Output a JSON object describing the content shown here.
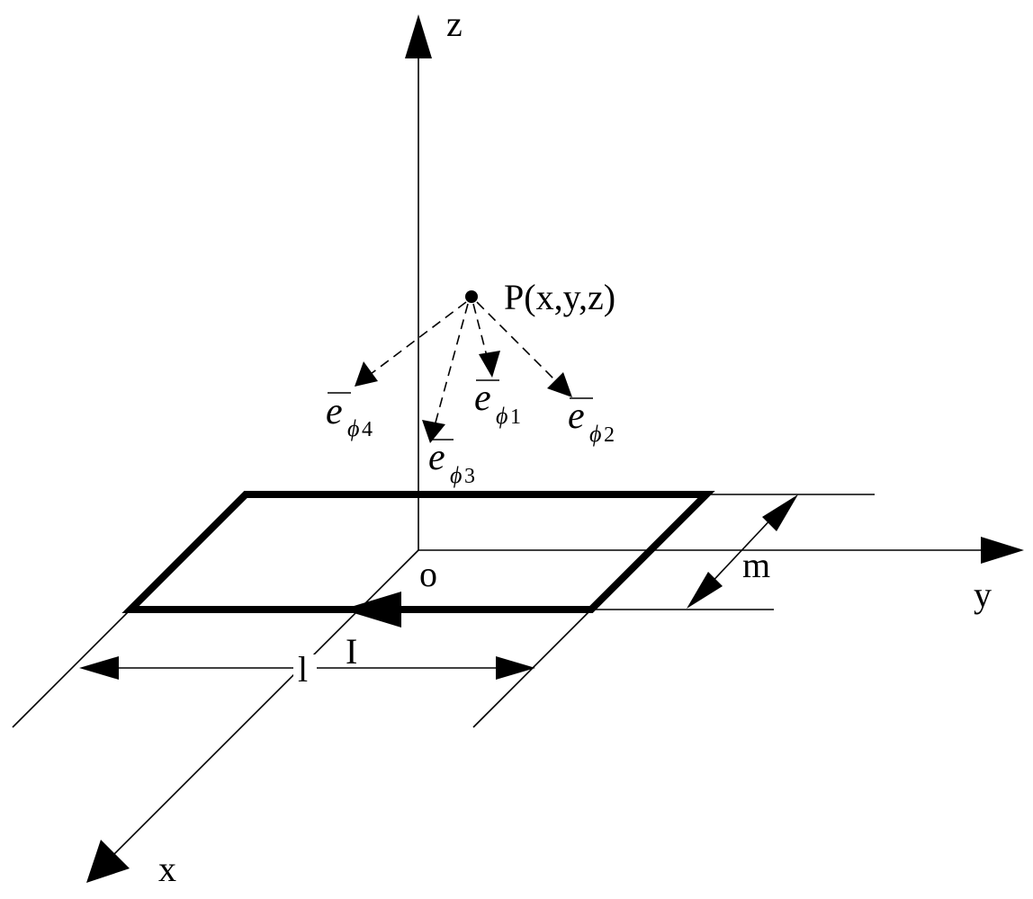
{
  "diagram": {
    "axes": {
      "z": "z",
      "y": "y",
      "x": "x",
      "origin": "o"
    },
    "point": "P(x,y,z)",
    "vectors": [
      {
        "base": "e",
        "sub": "ϕ",
        "index": "1"
      },
      {
        "base": "e",
        "sub": "ϕ",
        "index": "2"
      },
      {
        "base": "e",
        "sub": "ϕ",
        "index": "3"
      },
      {
        "base": "e",
        "sub": "ϕ",
        "index": "4"
      }
    ],
    "current": "I",
    "length": "l",
    "width": "m"
  }
}
